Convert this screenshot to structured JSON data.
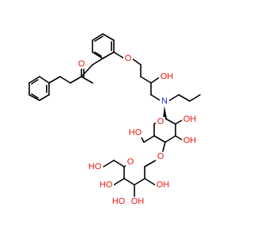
{
  "molecule": {
    "colors": {
      "bond": "#000000",
      "oxygen": "#e8140f",
      "nitrogen": "#1428ee",
      "background": "#ffffff"
    },
    "atom_labels": {
      "ketone_o": "O",
      "ether_o": "O",
      "hydroxyl_ho_chain": "OH",
      "amine_n": "N",
      "glc_ring_o": "O",
      "glc_oh_2": "OH",
      "glc_oh_3": "OH",
      "glc_ch2oh": "HO",
      "glycosidic_o": "O",
      "gal_ring_o": "O",
      "gal_ch2oh": "HO",
      "gal_oh_a": "HO",
      "gal_oh_b": "OH",
      "gal_oh_c": "HO",
      "gal_oh_d": "OH"
    }
  }
}
